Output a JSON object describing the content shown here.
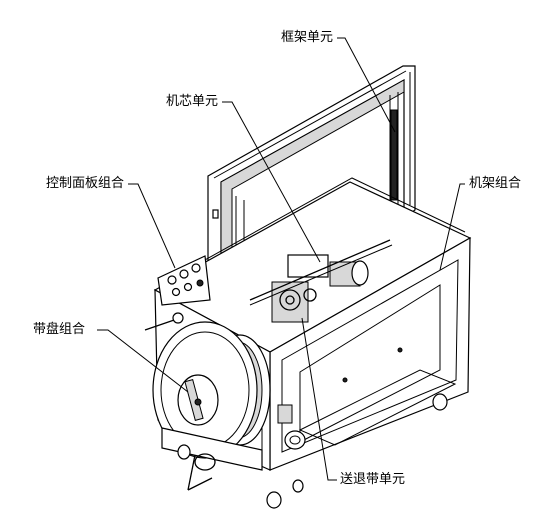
{
  "labels": {
    "frame_unit": "框架单元",
    "core_unit": "机芯单元",
    "control_panel": "控制面板组合",
    "rack_assembly": "机架组合",
    "reel_assembly": "带盘组合",
    "feed_unit": "送退带单元"
  }
}
